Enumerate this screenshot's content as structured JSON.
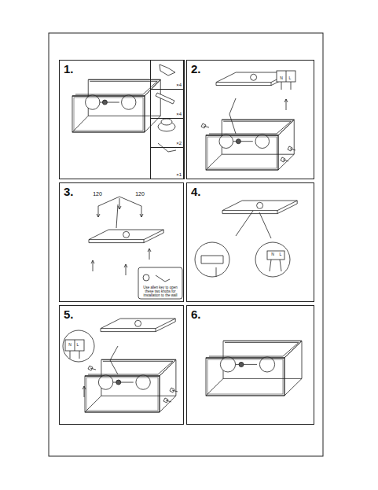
{
  "diagram": {
    "nodes": [
      {
        "text": [
          "1."
        ]
      },
      {
        "text": [
          "×4"
        ],
        "in": 0
      },
      {
        "text": [
          "×4"
        ],
        "in": 0
      },
      {
        "text": [
          "×2"
        ],
        "in": 0
      },
      {
        "text": [
          "×1"
        ],
        "in": 0
      },
      {
        "text": [
          "2."
        ]
      },
      {
        "text": [
          "3."
        ]
      },
      {
        "text": [
          "4."
        ]
      },
      {
        "text": [
          "5."
        ]
      },
      {
        "text": [
          "6."
        ]
      }
    ],
    "labels": [
      "120",
      "120",
      "Use allen key to open these two knobs for installation to the wall",
      "N",
      "L",
      "N",
      "L",
      "N",
      "L"
    ]
  }
}
